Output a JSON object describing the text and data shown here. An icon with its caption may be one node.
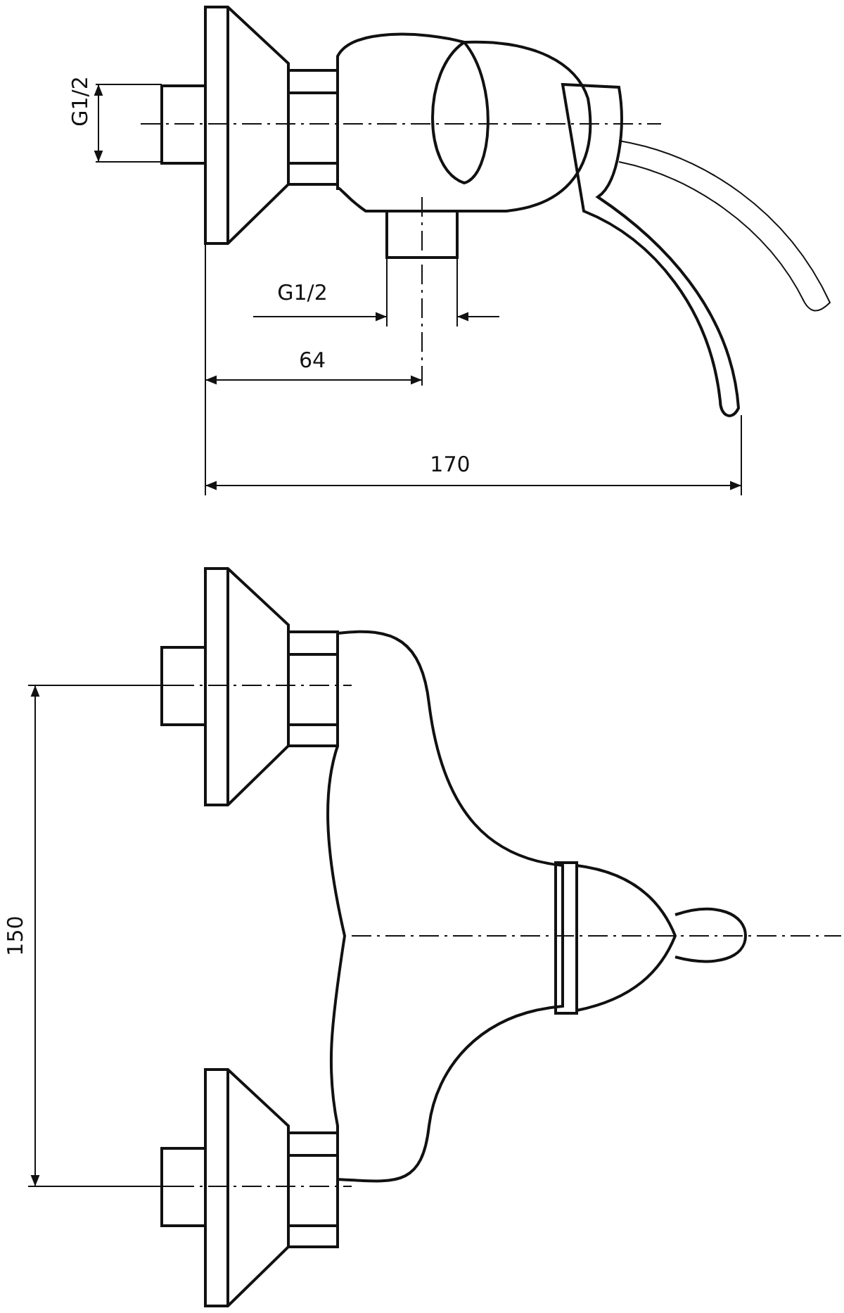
{
  "diagram": {
    "labels": [
      "G1/2",
      "G1/2",
      "64",
      "170",
      "150"
    ]
  }
}
